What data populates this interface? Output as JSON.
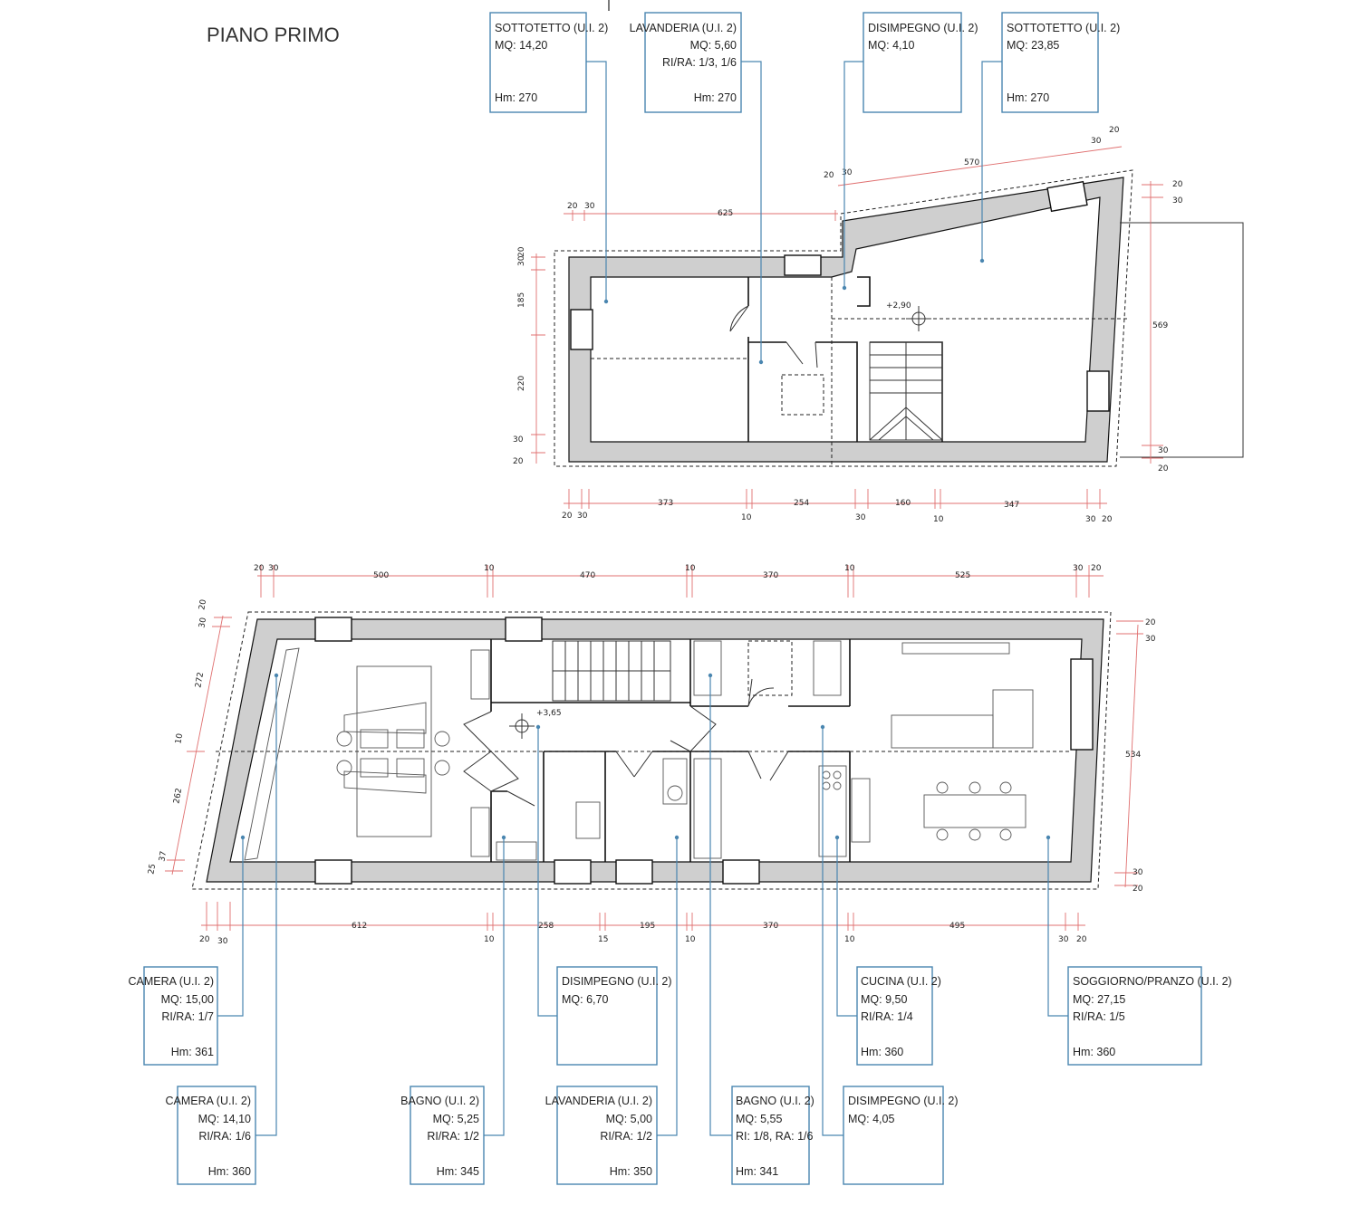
{
  "title": "PIANO PRIMO",
  "colors": {
    "box_stroke": "#4a86b0",
    "dimension": "#e07070",
    "wall_fill": "#cfcfcf"
  },
  "rooms": [
    {
      "name": "SOTTOTETTO (U.I. 2)",
      "line1": "MQ:  14,20",
      "line2": "",
      "hm": "Hm: 270"
    },
    {
      "name": "LAVANDERIA (U.I. 2)",
      "line1": "MQ:  5,60",
      "line2": "RI/RA: 1/3, 1/6",
      "hm": "Hm: 270"
    },
    {
      "name": "DISIMPEGNO (U.I. 2)",
      "line1": "MQ:  4,10",
      "line2": "",
      "hm": ""
    },
    {
      "name": "SOTTOTETTO (U.I. 2)",
      "line1": "MQ:  23,85",
      "line2": "",
      "hm": "Hm: 270"
    },
    {
      "name": "CAMERA (U.I. 2)",
      "line1": "MQ:  15,00",
      "line2": "RI/RA: 1/7",
      "hm": "Hm: 361"
    },
    {
      "name": "DISIMPEGNO (U.I. 2)",
      "line1": "MQ:  6,70",
      "line2": "",
      "hm": ""
    },
    {
      "name": "CUCINA (U.I. 2)",
      "line1": "MQ:  9,50",
      "line2": "RI/RA: 1/4",
      "hm": "Hm: 360"
    },
    {
      "name": "SOGGIORNO/PRANZO (U.I. 2)",
      "line1": "MQ:  27,15",
      "line2": "RI/RA: 1/5",
      "hm": "Hm: 360"
    },
    {
      "name": "CAMERA (U.I. 2)",
      "line1": "MQ:  14,10",
      "line2": "RI/RA: 1/6",
      "hm": "Hm: 360"
    },
    {
      "name": "BAGNO (U.I. 2)",
      "line1": "MQ:  5,25",
      "line2": "RI/RA: 1/2",
      "hm": "Hm: 345"
    },
    {
      "name": "LAVANDERIA (U.I. 2)",
      "line1": "MQ:  5,00",
      "line2": "RI/RA: 1/2",
      "hm": "Hm: 350"
    },
    {
      "name": "BAGNO (U.I. 2)",
      "line1": "MQ:  5,55",
      "line2": "RI: 1/8, RA: 1/6",
      "hm": "Hm: 341"
    },
    {
      "name": "DISIMPEGNO (U.I. 2)",
      "line1": "MQ:  4,05",
      "line2": "",
      "hm": ""
    }
  ],
  "levels": {
    "upper": "+2,90",
    "lower": "+3,65"
  },
  "dims": {
    "up_top_left": [
      "20",
      "30",
      "625"
    ],
    "up_top_right": [
      "20",
      "30",
      "570",
      "30",
      "20"
    ],
    "up_left": [
      "30",
      "20",
      "185",
      "220",
      "30",
      "20"
    ],
    "up_right": [
      "20",
      "30",
      "569",
      "30",
      "20"
    ],
    "up_bottom": [
      "20",
      "30",
      "373",
      "10",
      "254",
      "30",
      "160",
      "10",
      "347",
      "30",
      "20"
    ],
    "lo_top": [
      "20",
      "30",
      "500",
      "10",
      "470",
      "10",
      "370",
      "10",
      "525",
      "30",
      "20"
    ],
    "lo_left": [
      "20",
      "30",
      "272",
      "10",
      "262",
      "37",
      "25"
    ],
    "lo_right": [
      "20",
      "30",
      "534",
      "30",
      "20"
    ],
    "lo_bottom": [
      "20",
      "30",
      "612",
      "10",
      "258",
      "15",
      "195",
      "10",
      "370",
      "10",
      "495",
      "30",
      "20"
    ]
  }
}
